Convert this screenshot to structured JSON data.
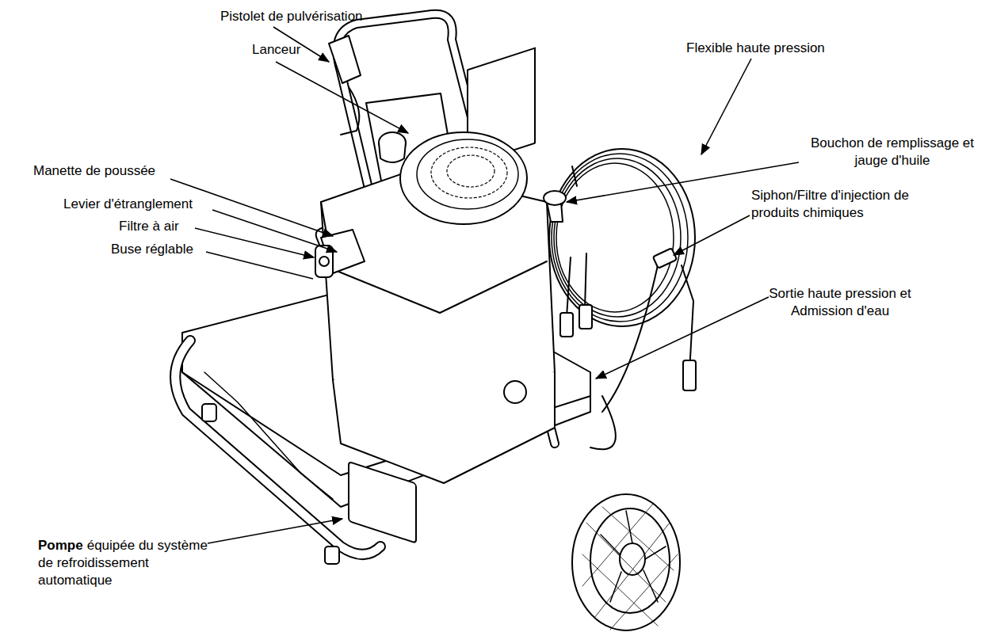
{
  "diagram": {
    "labels": [
      "Pistolet de pulvérisation",
      "Lanceur",
      "Flexible haute pression",
      "Bouchon de remplissage et jauge d'huile",
      "Manette de poussée",
      "Levier d'étranglement",
      "Siphon/Filtre d'injection de produits chimiques",
      "Filtre à air",
      "Buse réglable",
      "Sortie haute pression et Admission d'eau",
      "Pompe",
      "équipée du système de refroidissement automatique"
    ]
  }
}
